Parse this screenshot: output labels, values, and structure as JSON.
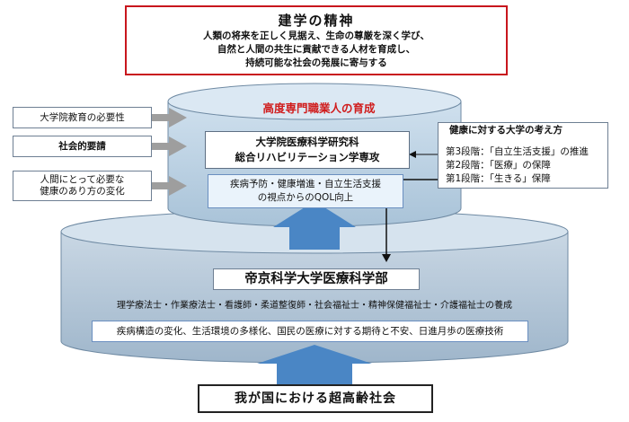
{
  "founding": {
    "title": "建学の精神",
    "lines": [
      "人類の将来を正しく見据え、生命の尊厳を深く学び、",
      "自然と人間の共生に貢献できる人材を育成し、",
      "持続可能な社会の発展に寄与する"
    ]
  },
  "left_factors": [
    "大学院教育の必要性",
    "社会的要請",
    "人間にとって必要な\n健康のあり方の変化"
  ],
  "graduate": {
    "title": "高度専門職業人の育成",
    "school_line1": "大学院医療科学研究科",
    "school_line2": "総合リハビリテーション学専攻",
    "qol_line1": "疾病予防・健康増進・自立生活支援",
    "qol_line2": "の視点からのQOL向上"
  },
  "health_view": {
    "title": "健康に対する大学の考え方",
    "stages": [
      "第3段階：「自立生活支援」の推進",
      "第2段階：「医療」の保障",
      "第1段階：「生きる」保障"
    ]
  },
  "university": {
    "title": "帝京科学大学医療科学部",
    "qualifications": "理学療法士・作業療法士・看護師・柔道整復師・社会福祉士・精神保健福祉士・介護福祉士の養成",
    "changes": "疾病構造の変化、生活環境の多様化、国民の医療に対する期待と不安、日進月歩の医療技術"
  },
  "society": "我が国における超高齢社会"
}
